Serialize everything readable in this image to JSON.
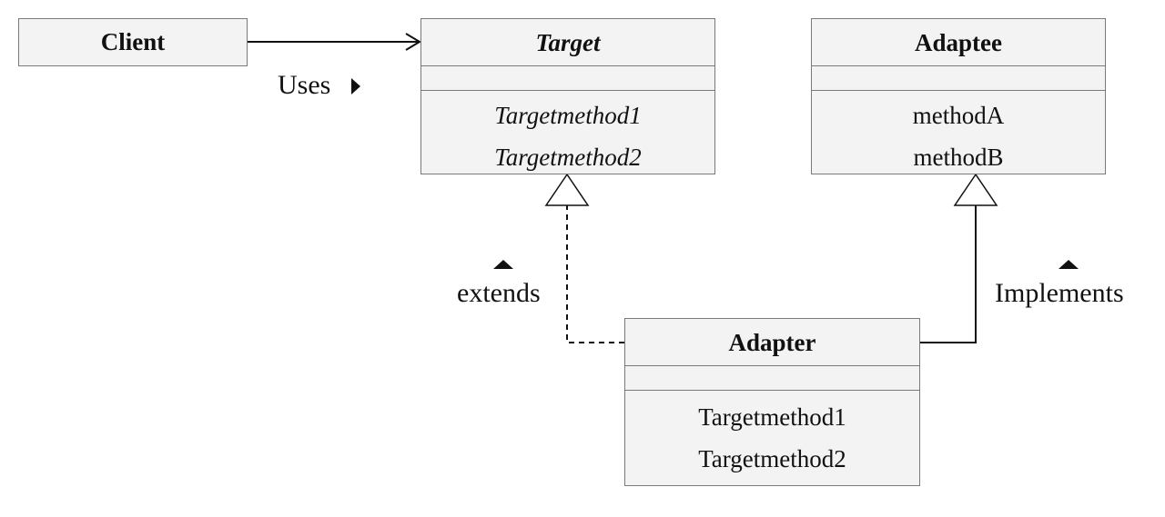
{
  "diagram": {
    "classes": {
      "client": {
        "name": "Client"
      },
      "target": {
        "name": "Target",
        "operations": [
          "Targetmethod1",
          "Targetmethod2"
        ]
      },
      "adaptee": {
        "name": "Adaptee",
        "operations": [
          "methodA",
          "methodB"
        ]
      },
      "adapter": {
        "name": "Adapter",
        "operations": [
          "Targetmethod1",
          "Targetmethod2"
        ]
      }
    },
    "relations": {
      "uses": {
        "label": "Uses",
        "from": "Client",
        "to": "Target",
        "style": "solid-open-arrow"
      },
      "extends": {
        "label": "extends",
        "from": "Adapter",
        "to": "Target",
        "style": "dashed-hollow-triangle"
      },
      "implements": {
        "label": "Implements",
        "from": "Adapter",
        "to": "Adaptee",
        "style": "solid-hollow-triangle"
      }
    },
    "colors": {
      "box_fill": "#f3f3f3",
      "box_border": "#7a7a7a",
      "line": "#111111"
    }
  }
}
